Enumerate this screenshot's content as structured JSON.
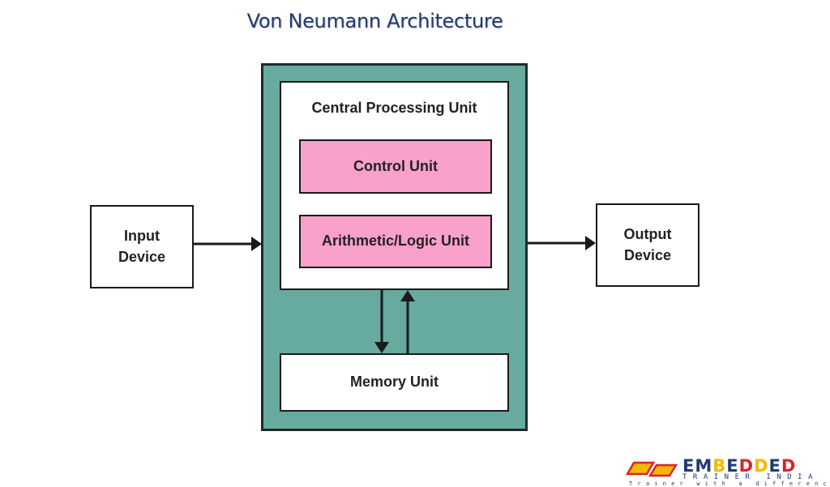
{
  "title": "Von Neumann Architecture",
  "diagram": {
    "input_device": {
      "line1": "Input",
      "line2": "Device"
    },
    "output_device": {
      "line1": "Output",
      "line2": "Device"
    },
    "cpu": {
      "label": "Central Processing Unit",
      "control_unit": "Control Unit",
      "alu": "Arithmetic/Logic Unit"
    },
    "memory_unit": "Memory Unit",
    "connections": [
      {
        "from": "Input Device",
        "to": "Central Processing Unit"
      },
      {
        "from": "Central Processing Unit",
        "to": "Output Device"
      },
      {
        "from": "Central Processing Unit",
        "to": "Memory Unit"
      },
      {
        "from": "Memory Unit",
        "to": "Central Processing Unit"
      }
    ],
    "colors": {
      "system_fill": "#67aaa0",
      "unit_fill": "#f9a0cb",
      "title_color": "#1f3b73"
    }
  },
  "logo": {
    "word": [
      "E",
      "M",
      "B",
      "E",
      "D",
      "D",
      "E",
      "D"
    ],
    "word_colors": [
      "#1f3b73",
      "#1f3b73",
      "#f5b800",
      "#1f3b73",
      "#d9232e",
      "#f5b800",
      "#1f3b73",
      "#d9232e"
    ],
    "line2": "TRAINER INDIA",
    "tagline": "Trainer with a difference"
  }
}
